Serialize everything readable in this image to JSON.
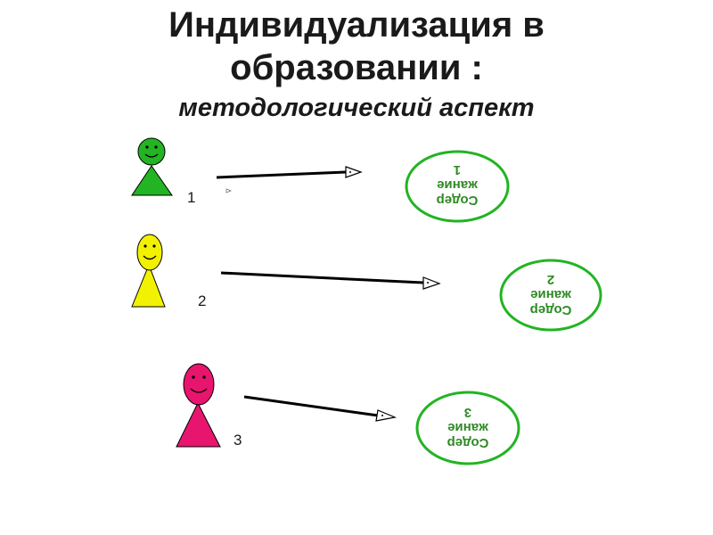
{
  "title": {
    "line1": "Индивидуализация в",
    "line2": "образовании :",
    "line3": "методологический аспект"
  },
  "figures": [
    {
      "number": "1",
      "color": "#22b422"
    },
    {
      "number": "2",
      "color": "#f2f200"
    },
    {
      "number": "3",
      "color": "#e8156e"
    }
  ],
  "contents": [
    {
      "line1": "Содер",
      "line2": "жание",
      "line3": "1"
    },
    {
      "line1": "Содер",
      "line2": "жание",
      "line3": "2"
    },
    {
      "line1": "Содер",
      "line2": "жание",
      "line3": "3"
    }
  ],
  "colors": {
    "oval_border": "#22b422",
    "oval_text": "#2e8a24",
    "arrow": "#000000"
  }
}
